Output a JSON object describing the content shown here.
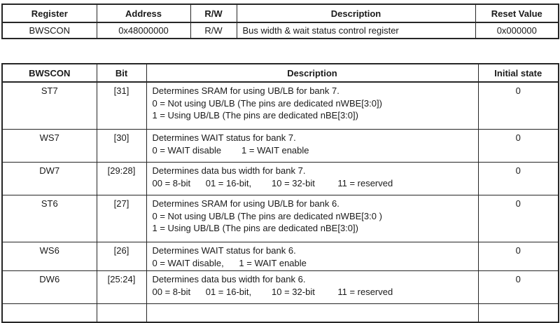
{
  "colors": {
    "background": "#ffffff",
    "border": "#262626",
    "text": "#1a1a1a"
  },
  "register_table": {
    "headers": {
      "register": "Register",
      "address": "Address",
      "rw": "R/W",
      "description": "Description",
      "reset_value": "Reset Value"
    },
    "row": {
      "register": "BWSCON",
      "address": "0x48000000",
      "rw": "R/W",
      "description": "Bus width & wait status control register",
      "reset_value": "0x000000"
    }
  },
  "field_table": {
    "headers": {
      "register": "BWSCON",
      "bit": "Bit",
      "description": "Description",
      "initial_state": "Initial state"
    },
    "rows": [
      {
        "name": "ST7",
        "bit": "[31]",
        "lines": [
          "Determines SRAM for using UB/LB for bank 7.",
          "0 = Not using UB/LB (The pins are dedicated nWBE[3:0])",
          "1 = Using UB/LB (The pins are dedicated nBE[3:0])"
        ],
        "initial_state": "0"
      },
      {
        "name": "WS7",
        "bit": "[30]",
        "lines": [
          "Determines WAIT status for bank 7.",
          "0 = WAIT disable        1 = WAIT enable"
        ],
        "initial_state": "0"
      },
      {
        "name": "DW7",
        "bit": "[29:28]",
        "lines": [
          "Determines data bus width for bank 7.",
          "00 = 8-bit      01 = 16-bit,        10 = 32-bit         11 = reserved"
        ],
        "initial_state": "0"
      },
      {
        "name": "ST6",
        "bit": "[27]",
        "lines": [
          "Determines SRAM for using UB/LB for bank 6.",
          "0 = Not using UB/LB (The pins are dedicated nWBE[3:0 )",
          "1 = Using UB/LB (The pins are dedicated nBE[3:0])"
        ],
        "initial_state": "0"
      },
      {
        "name": "WS6",
        "bit": "[26]",
        "lines": [
          "Determines WAIT status for bank 6.",
          "0 = WAIT disable,      1 = WAIT enable"
        ],
        "initial_state": "0"
      },
      {
        "name": "DW6",
        "bit": "[25:24]",
        "lines": [
          "Determines data bus width for bank 6.",
          "00 = 8-bit      01 = 16-bit,        10 = 32-bit         11 = reserved"
        ],
        "initial_state": "0"
      }
    ]
  }
}
